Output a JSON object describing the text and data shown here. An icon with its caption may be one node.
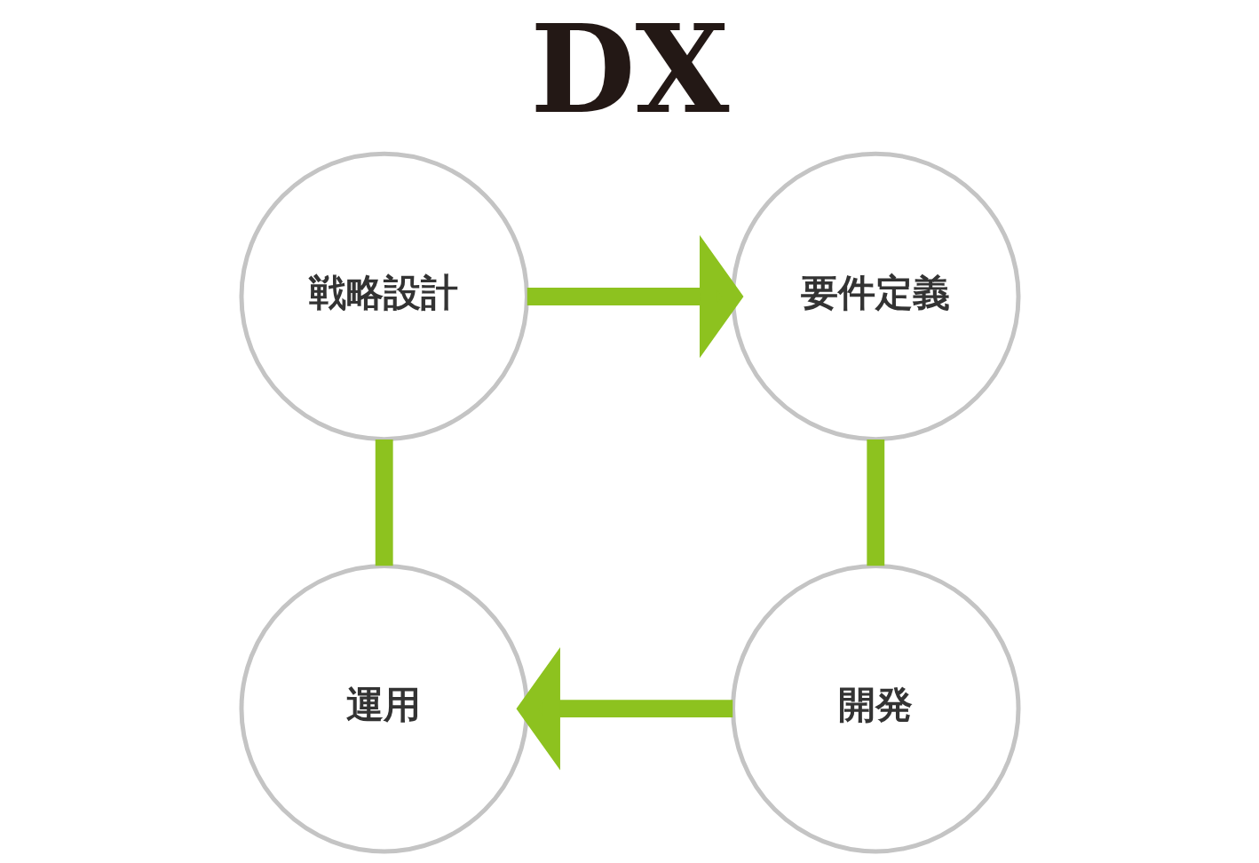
{
  "diagram": {
    "title": "DX",
    "nodes": [
      {
        "text": [
          "戦略設計"
        ]
      },
      {
        "text": [
          "要件定義"
        ]
      },
      {
        "text": [
          "開発"
        ]
      },
      {
        "text": [
          "運用"
        ]
      }
    ],
    "edges": [
      {
        "from": 0,
        "to": 1,
        "arrow": "to"
      },
      {
        "from": 1,
        "to": 2,
        "arrow": "none"
      },
      {
        "from": 2,
        "to": 3,
        "arrow": "to"
      },
      {
        "from": 3,
        "to": 0,
        "arrow": "none"
      }
    ]
  }
}
